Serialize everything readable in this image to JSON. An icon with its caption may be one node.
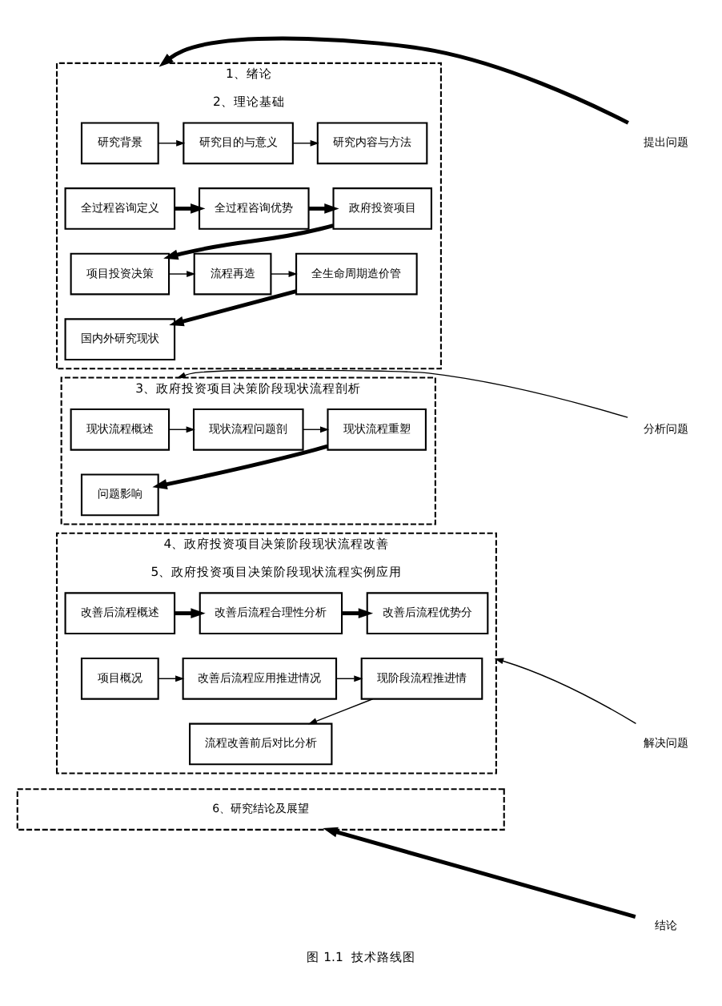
{
  "diagram": {
    "caption": "图 1.1  技术路线图",
    "nodes": [
      {
        "text": [
          "1、绪论",
          "2、理论基础"
        ]
      },
      {
        "text": [
          "研究背景"
        ],
        "in": 0
      },
      {
        "text": [
          "研究目的与意义"
        ],
        "in": 0
      },
      {
        "text": [
          "研究内容与方法"
        ],
        "in": 0
      },
      {
        "text": [
          "全过程咨询定义"
        ],
        "in": 0
      },
      {
        "text": [
          "全过程咨询优势"
        ],
        "in": 0
      },
      {
        "text": [
          "政府投资项目"
        ],
        "in": 0
      },
      {
        "text": [
          "项目投资决策"
        ],
        "in": 0
      },
      {
        "text": [
          "流程再造"
        ],
        "in": 0
      },
      {
        "text": [
          "全生命周期造价管"
        ],
        "in": 0
      },
      {
        "text": [
          "国内外研究现状"
        ],
        "in": 0
      },
      {
        "text": [
          "3、政府投资项目决策阶段现状流程剖析"
        ]
      },
      {
        "text": [
          "现状流程概述"
        ],
        "in": 11
      },
      {
        "text": [
          "现状流程问题剖"
        ],
        "in": 11
      },
      {
        "text": [
          "现状流程重塑"
        ],
        "in": 11
      },
      {
        "text": [
          "问题影响"
        ],
        "in": 11
      },
      {
        "text": [
          "4、政府投资项目决策阶段现状流程改善",
          "5、政府投资项目决策阶段现状流程实例应用"
        ]
      },
      {
        "text": [
          "改善后流程概述"
        ],
        "in": 16
      },
      {
        "text": [
          "改善后流程合理性分析"
        ],
        "in": 16
      },
      {
        "text": [
          "改善后流程优势分"
        ],
        "in": 16
      },
      {
        "text": [
          "项目概况"
        ],
        "in": 16
      },
      {
        "text": [
          "改善后流程应用推进情况"
        ],
        "in": 16
      },
      {
        "text": [
          "现阶段流程推进情"
        ],
        "in": 16
      },
      {
        "text": [
          "流程改善前后对比分析"
        ],
        "in": 16
      },
      {
        "text": [
          "6、研究结论及展望"
        ]
      },
      {
        "text": [
          "提出问题"
        ]
      },
      {
        "text": [
          "分析问题"
        ]
      },
      {
        "text": [
          "解决问题"
        ]
      },
      {
        "text": [
          "结论"
        ]
      }
    ],
    "edges": [
      {
        "from": 1,
        "to": 2,
        "arrow": "to"
      },
      {
        "from": 2,
        "to": 3,
        "arrow": "to"
      },
      {
        "from": 4,
        "to": 5,
        "arrow": "to",
        "style": "thick"
      },
      {
        "from": 5,
        "to": 6,
        "arrow": "to",
        "style": "thick"
      },
      {
        "from": 6,
        "to": 7,
        "arrow": "to",
        "style": "thick"
      },
      {
        "from": 7,
        "to": 8,
        "arrow": "to"
      },
      {
        "from": 8,
        "to": 9,
        "arrow": "to"
      },
      {
        "from": 9,
        "to": 10,
        "arrow": "to",
        "style": "thick"
      },
      {
        "from": 12,
        "to": 13,
        "arrow": "to"
      },
      {
        "from": 13,
        "to": 14,
        "arrow": "to"
      },
      {
        "from": 14,
        "to": 15,
        "arrow": "to",
        "style": "thick"
      },
      {
        "from": 17,
        "to": 18,
        "arrow": "to",
        "style": "thick"
      },
      {
        "from": 18,
        "to": 19,
        "arrow": "to",
        "style": "thick"
      },
      {
        "from": 20,
        "to": 21,
        "arrow": "to"
      },
      {
        "from": 21,
        "to": 22,
        "arrow": "to"
      },
      {
        "from": 22,
        "to": 23,
        "arrow": "to"
      },
      {
        "from": 25,
        "to": 0,
        "arrow": "to",
        "style": "thick"
      },
      {
        "from": 26,
        "to": 11,
        "arrow": "to"
      },
      {
        "from": 27,
        "to": 16,
        "arrow": "to"
      },
      {
        "from": 28,
        "to": 24,
        "arrow": "to",
        "style": "thick"
      }
    ]
  }
}
